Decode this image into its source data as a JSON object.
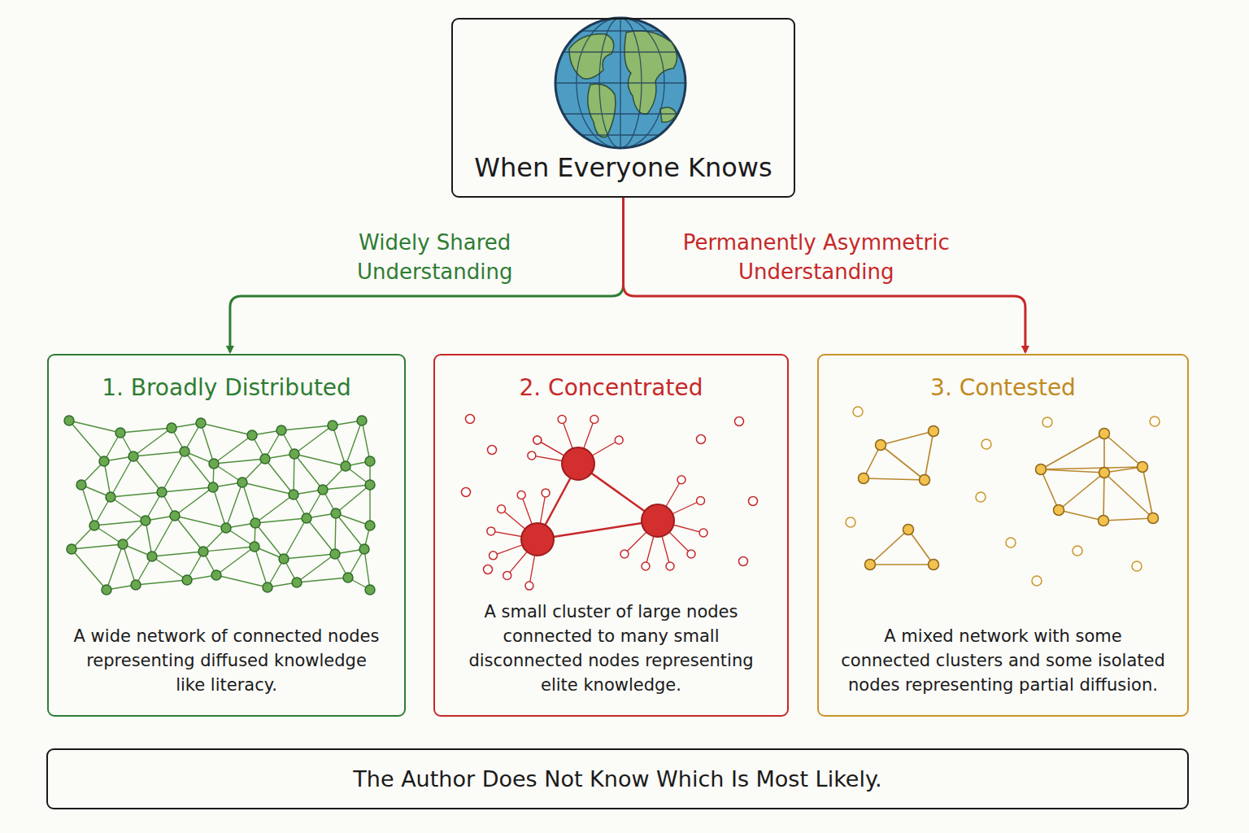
{
  "diagram": {
    "nodes": [
      {
        "text": [
          "When Everyone Knows"
        ]
      },
      {
        "text": [
          "1. Broadly Distributed",
          "A wide network of connected nodes representing diffused knowledge like literacy."
        ]
      },
      {
        "text": [
          "2. Concentrated",
          "A small cluster of large nodes connected to many small disconnected nodes representing elite knowledge."
        ]
      },
      {
        "text": [
          "3. Contested",
          "A mixed network with some connected clusters and some isolated nodes representing partial diffusion."
        ]
      },
      {
        "text": [
          "The Author Does Not Know Which Is Most Likely."
        ]
      }
    ],
    "edges": [
      {
        "from": 0,
        "to": 1,
        "arrow": "to",
        "label": "Widely Shared Understanding"
      },
      {
        "from": 0,
        "to": 3,
        "arrow": "to",
        "label": "Permanently Asymmetric Understanding"
      }
    ]
  }
}
